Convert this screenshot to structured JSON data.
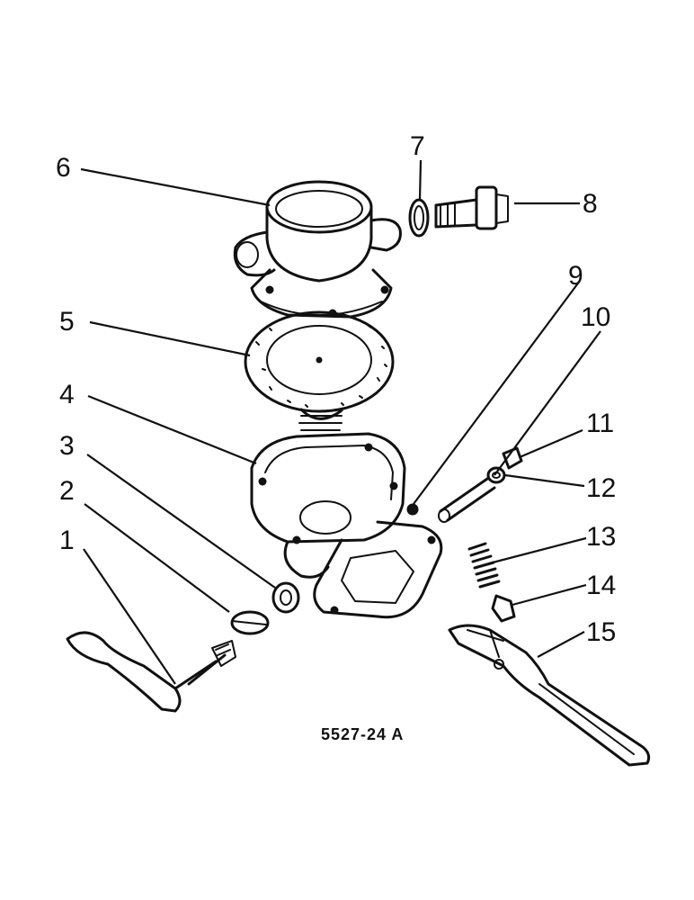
{
  "diagram": {
    "callouts": [
      "1",
      "2",
      "3",
      "4",
      "5",
      "6",
      "7",
      "8",
      "9",
      "10",
      "11",
      "12",
      "13",
      "14",
      "15"
    ],
    "caption": "5527-24 A"
  }
}
